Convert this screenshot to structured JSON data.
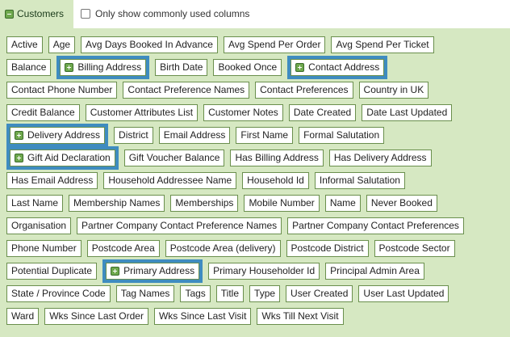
{
  "section": {
    "tab_label": "Customers"
  },
  "filter": {
    "checkbox_label": "Only show commonly used columns",
    "checked": false
  },
  "columns": [
    [
      "Active",
      "Age",
      "Avg Days Booked In Advance",
      "Avg Spend Per Order",
      "Avg Spend Per Ticket"
    ],
    [
      "Balance",
      "+Billing Address",
      "Birth Date",
      "Booked Once",
      "+Contact Address"
    ],
    [
      "Contact Phone Number",
      "Contact Preference Names",
      "Contact Preferences",
      "Country in UK"
    ],
    [
      "Credit Balance",
      "Customer Attributes List",
      "Customer Notes",
      "Date Created",
      "Date Last Updated"
    ],
    [
      "+Delivery Address",
      "District",
      "Email Address",
      "First Name",
      "Formal Salutation"
    ],
    [
      "+Gift Aid Declaration",
      "Gift Voucher Balance",
      "Has Billing Address",
      "Has Delivery Address"
    ],
    [
      "Has Email Address",
      "Household Addressee Name",
      "Household Id",
      "Informal Salutation"
    ],
    [
      "Last Name",
      "Membership Names",
      "Memberships",
      "Mobile Number",
      "Name",
      "Never Booked"
    ],
    [
      "Organisation",
      "Partner Company Contact Preference Names",
      "Partner Company Contact Preferences"
    ],
    [
      "Phone Number",
      "Postcode Area",
      "Postcode Area (delivery)",
      "Postcode District",
      "Postcode Sector"
    ],
    [
      "Potential Duplicate",
      "+Primary Address",
      "Primary Householder Id",
      "Principal Admin Area"
    ],
    [
      "State / Province Code",
      "Tag Names",
      "Tags",
      "Title",
      "Type",
      "User Created",
      "User Last Updated"
    ],
    [
      "Ward",
      "Wks Since Last Order",
      "Wks Since Last Visit",
      "Wks Till Next Visit"
    ]
  ],
  "colors": {
    "panel_bg": "#d6e8c2",
    "chip_border": "#6a8f4d",
    "selected_outline": "#3f8cc0",
    "icon_green": "#6fa84d"
  },
  "icons": {
    "expand": "plus-icon",
    "collapse": "minus-icon"
  }
}
